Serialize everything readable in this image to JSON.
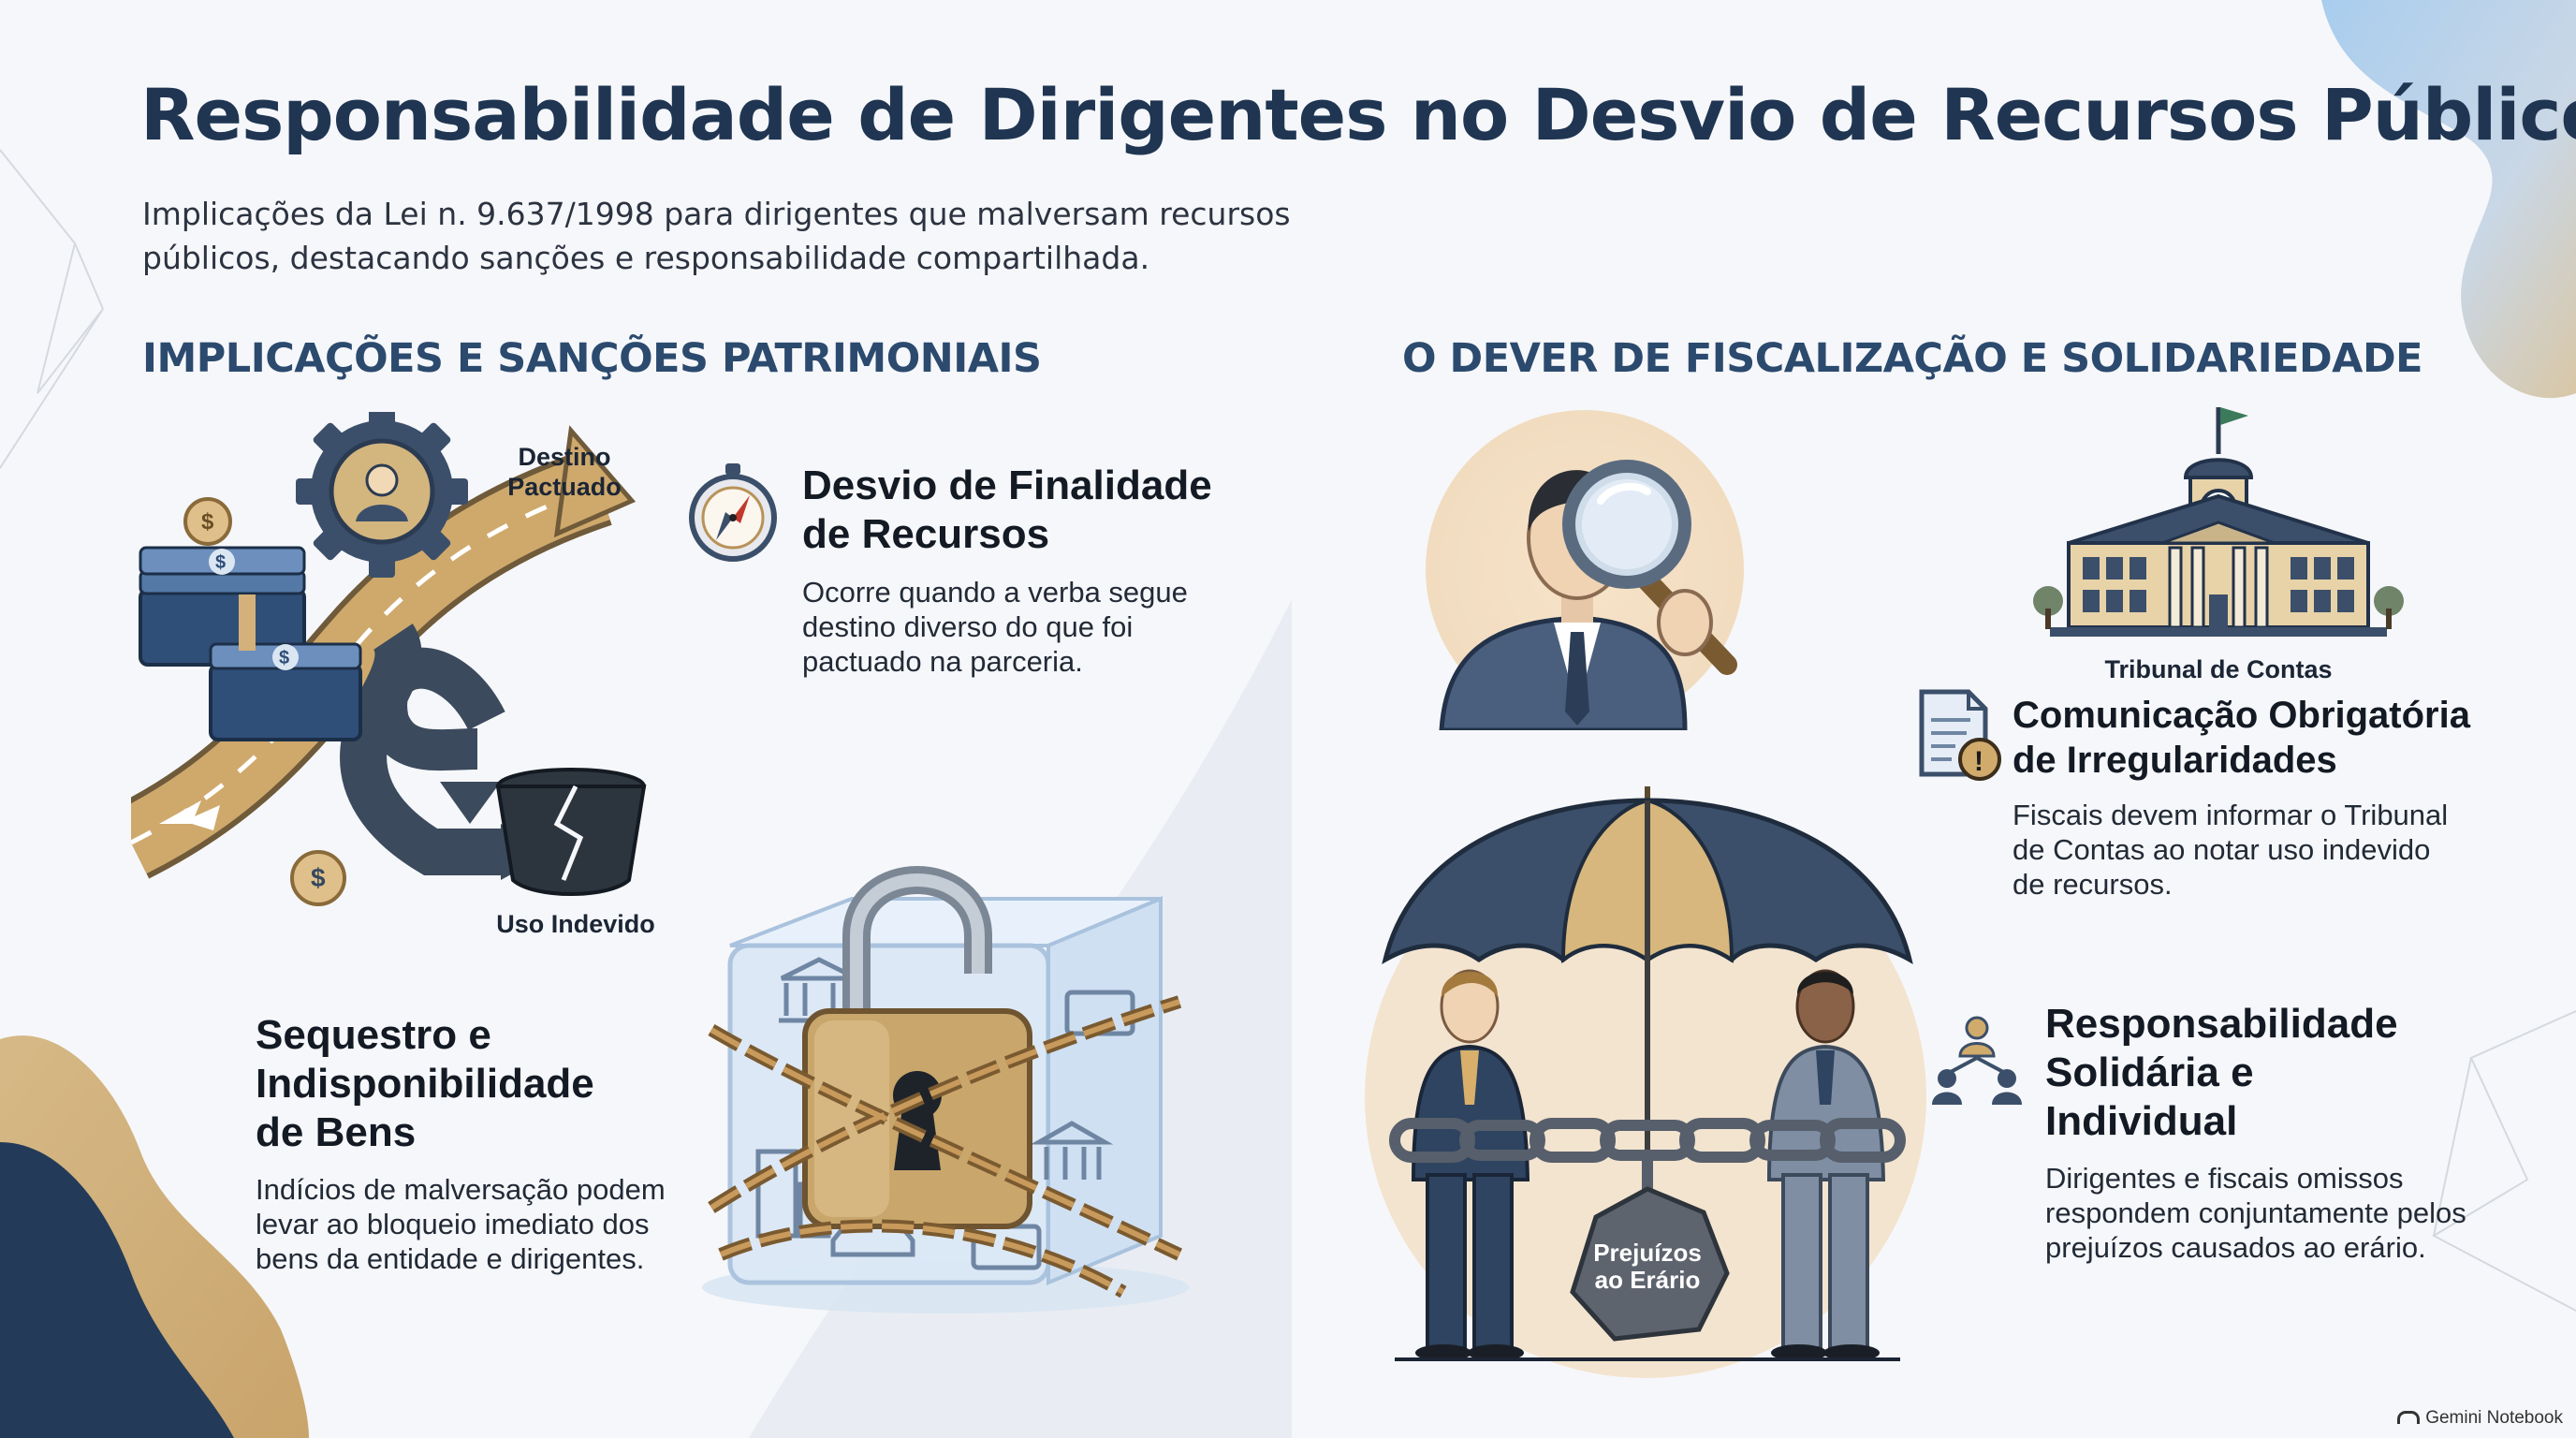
{
  "header": {
    "title": "Responsabilidade de Dirigentes no Desvio de Recursos Públicos",
    "subtitle_line1": "Implicações da Lei n. 9.637/1998 para dirigentes que malversam recursos",
    "subtitle_line2": "públicos, destacando sanções e responsabilidade compartilhada."
  },
  "left_section": {
    "heading": "IMPLICAÇÕES E SANÇÕES PATRIMONIAIS",
    "road_labels": {
      "destino_1": "Destino",
      "destino_2": "Pactuado",
      "uso": "Uso Indevido"
    },
    "desvio": {
      "title_1": "Desvio de Finalidade",
      "title_2": "de Recursos",
      "text_1": "Ocorre quando a verba segue",
      "text_2": "destino diverso do que foi",
      "text_3": "pactuado na parceria."
    },
    "sequestro": {
      "title_1": "Sequestro e",
      "title_2": "Indisponibilidade",
      "title_3": "de Bens",
      "text_1": "Indícios de malversação podem",
      "text_2": "levar ao bloqueio imediato dos",
      "text_3": "bens da entidade e dirigentes."
    }
  },
  "right_section": {
    "heading": "O DEVER DE FISCALIZAÇÃO E SOLIDARIEDADE",
    "tribunal_label": "Tribunal de Contas",
    "comunicacao": {
      "title_1": "Comunicação Obrigatória",
      "title_2": "de Irregularidades",
      "text_1": "Fiscais devem informar o Tribunal",
      "text_2": "de Contas ao notar uso indevido",
      "text_3": "de recursos."
    },
    "solidaria": {
      "title_1": "Responsabilidade",
      "title_2": "Solidária e",
      "title_3": "Individual",
      "text_1": "Dirigentes e fiscais omissos",
      "text_2": "respondem conjuntamente pelos",
      "text_3": "prejuízos causados ao erário."
    },
    "rock_label_1": "Prejuízos",
    "rock_label_2": "ao Erário"
  },
  "footer": {
    "brand": "Gemini Notebook"
  },
  "colors": {
    "navy": "#1f3552",
    "section_blue": "#2b4a6e",
    "gold": "#c8a86a",
    "slate": "#3b4f6a"
  },
  "icons": [
    "gear-person-icon",
    "dollar-coin-icon",
    "money-stack-icon",
    "compass-icon",
    "padlock-icon",
    "chain-icon",
    "magnifier-icon",
    "courthouse-icon",
    "warning-document-icon",
    "people-network-icon",
    "umbrella-icon",
    "rock-icon"
  ]
}
